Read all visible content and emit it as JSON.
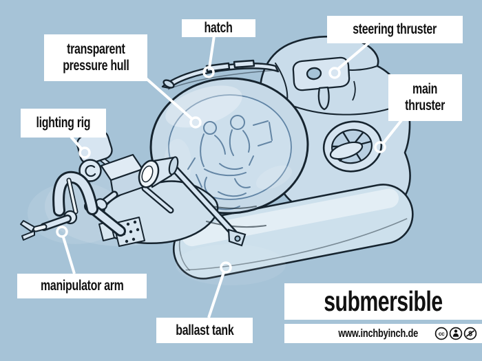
{
  "page": {
    "type": "labeled-diagram",
    "subject": "submersible"
  },
  "labels": {
    "pressure_hull": {
      "line1": "transparent",
      "line2": "pressure hull"
    },
    "hatch": {
      "text": "hatch"
    },
    "steering_thruster": {
      "text": "steering thruster"
    },
    "main_thruster": {
      "line1": "main",
      "line2": "thruster"
    },
    "lighting_rig": {
      "text": "lighting rig"
    },
    "manipulator_arm": {
      "text": "manipulator arm"
    },
    "ballast_tank": {
      "text": "ballast tank"
    }
  },
  "title": {
    "text": "submersible"
  },
  "footer": {
    "website": "www.inchbyinch.de",
    "license_icons": [
      "cc-icon",
      "attribution-person-icon",
      "non-commercial-dollar-icon"
    ],
    "icon_glyphs": {
      "cc": "cc",
      "nc": "$"
    }
  },
  "colors": {
    "background": "#a6c3d7",
    "label_box": "#ffffff",
    "label_text": "#111111",
    "outline_ink": "#16242f",
    "leader_line": "#ffffff",
    "hull_fill": "#cfe0ec",
    "hull_fill_light": "#d7e5f1",
    "sphere_fill": "#c6d9e7",
    "sphere_inner": "#cfe1ee",
    "sketch_line": "#587c9d"
  },
  "diagram_parts": [
    "transparent pressure hull",
    "hatch",
    "steering thruster",
    "main thruster",
    "lighting rig",
    "manipulator arm",
    "ballast tank"
  ]
}
